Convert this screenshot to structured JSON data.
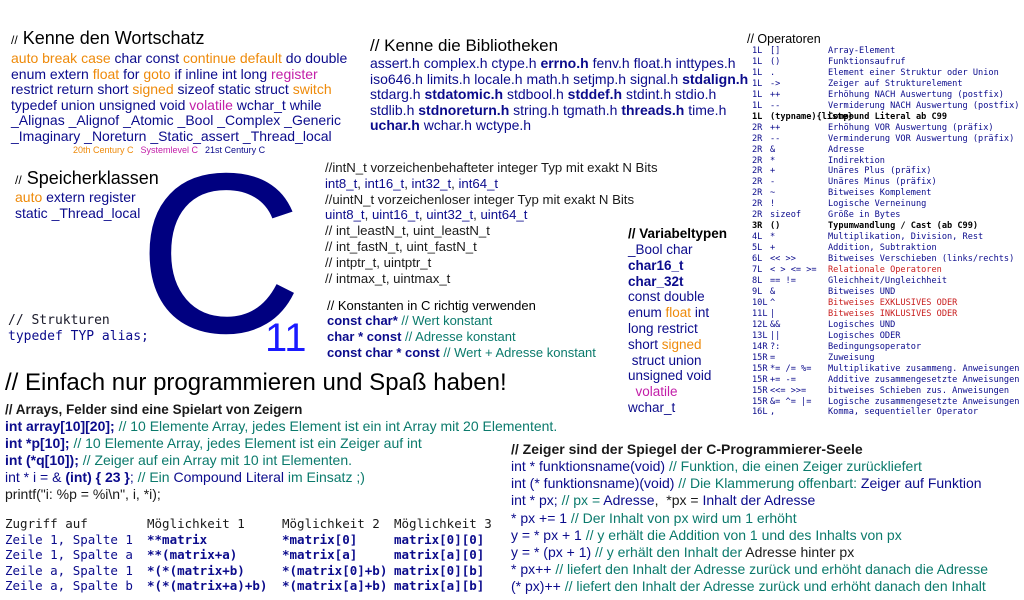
{
  "wortschatz": {
    "title_prefix": "//",
    "title": "Kenne den Wortschatz",
    "lines": [
      [
        {
          "t": "auto",
          "c": "o"
        },
        {
          "t": " "
        },
        {
          "t": "break",
          "c": "o"
        },
        {
          "t": " "
        },
        {
          "t": "case",
          "c": "o"
        },
        {
          "t": " "
        },
        {
          "t": "char",
          "c": "k"
        },
        {
          "t": " "
        },
        {
          "t": "const",
          "c": "k"
        },
        {
          "t": " "
        },
        {
          "t": "continue",
          "c": "o"
        },
        {
          "t": " "
        },
        {
          "t": "default",
          "c": "o"
        },
        {
          "t": " "
        },
        {
          "t": "do",
          "c": "k"
        },
        {
          "t": " "
        },
        {
          "t": "double",
          "c": "k"
        }
      ],
      [
        {
          "t": "enum",
          "c": "k"
        },
        {
          "t": " "
        },
        {
          "t": "extern",
          "c": "k"
        },
        {
          "t": " "
        },
        {
          "t": "float",
          "c": "o"
        },
        {
          "t": " "
        },
        {
          "t": "for",
          "c": "k"
        },
        {
          "t": " "
        },
        {
          "t": "goto",
          "c": "o"
        },
        {
          "t": " "
        },
        {
          "t": "if",
          "c": "k"
        },
        {
          "t": " "
        },
        {
          "t": "inline",
          "c": "k"
        },
        {
          "t": " "
        },
        {
          "t": "int",
          "c": "k"
        },
        {
          "t": " "
        },
        {
          "t": "long",
          "c": "k"
        },
        {
          "t": " "
        },
        {
          "t": "register",
          "c": "m"
        }
      ],
      [
        {
          "t": "restrict",
          "c": "k"
        },
        {
          "t": " "
        },
        {
          "t": "return",
          "c": "k"
        },
        {
          "t": " "
        },
        {
          "t": "short",
          "c": "k"
        },
        {
          "t": " "
        },
        {
          "t": "signed",
          "c": "o"
        },
        {
          "t": " "
        },
        {
          "t": "sizeof",
          "c": "k"
        },
        {
          "t": " "
        },
        {
          "t": "static",
          "c": "k"
        },
        {
          "t": " "
        },
        {
          "t": "struct",
          "c": "k"
        },
        {
          "t": " "
        },
        {
          "t": "switch",
          "c": "o"
        }
      ],
      [
        {
          "t": "typedef",
          "c": "k"
        },
        {
          "t": " "
        },
        {
          "t": "union",
          "c": "k"
        },
        {
          "t": " "
        },
        {
          "t": "unsigned",
          "c": "k"
        },
        {
          "t": " "
        },
        {
          "t": "void",
          "c": "k"
        },
        {
          "t": " "
        },
        {
          "t": "volatile",
          "c": "m"
        },
        {
          "t": " "
        },
        {
          "t": "wchar_t",
          "c": "k"
        },
        {
          "t": " "
        },
        {
          "t": "while",
          "c": "k"
        }
      ],
      [
        {
          "t": "_Alignas",
          "c": "k"
        },
        {
          "t": " "
        },
        {
          "t": "_Alignof",
          "c": "k"
        },
        {
          "t": " "
        },
        {
          "t": "_Atomic",
          "c": "k"
        },
        {
          "t": " "
        },
        {
          "t": "_Bool",
          "c": "k"
        },
        {
          "t": " "
        },
        {
          "t": "_Complex",
          "c": "k"
        },
        {
          "t": " "
        },
        {
          "t": "_Generic",
          "c": "k"
        }
      ],
      [
        {
          "t": "_Imaginary",
          "c": "k"
        },
        {
          "t": " "
        },
        {
          "t": "_Noreturn",
          "c": "k"
        },
        {
          "t": " "
        },
        {
          "t": "_Static_assert",
          "c": "k"
        },
        {
          "t": " "
        },
        {
          "t": "_Thread_local",
          "c": "k"
        }
      ]
    ],
    "legend": [
      {
        "t": "20th Century C",
        "c": "o"
      },
      {
        "t": "Systemlevel C",
        "c": "m"
      },
      {
        "t": "21st Century C",
        "c": "k"
      }
    ]
  },
  "speicher": {
    "title_prefix": "//",
    "title": "Speicherklassen",
    "line1": [
      {
        "t": "auto",
        "c": "o"
      },
      {
        "t": " "
      },
      {
        "t": "extern",
        "c": "k"
      },
      {
        "t": " "
      },
      {
        "t": "register",
        "c": "k"
      }
    ],
    "line2": [
      {
        "t": "static",
        "c": "k"
      },
      {
        "t": " "
      },
      {
        "t": "_Thread_local",
        "c": "k"
      }
    ]
  },
  "strukturen": {
    "comment": "// Strukturen",
    "code": "typedef TYP alias;"
  },
  "logo": {
    "letter": "C",
    "sub": "11"
  },
  "bibliotheken": {
    "title": "// Kenne die Bibliotheken",
    "lines": [
      [
        {
          "t": "assert.h"
        },
        {
          "t": " "
        },
        {
          "t": "complex.h"
        },
        {
          "t": " "
        },
        {
          "t": "ctype.h"
        },
        {
          "t": " "
        },
        {
          "t": "errno.h",
          "b": 1
        },
        {
          "t": " "
        },
        {
          "t": "fenv.h"
        },
        {
          "t": " "
        },
        {
          "t": "float.h"
        },
        {
          "t": " "
        },
        {
          "t": "inttypes.h"
        }
      ],
      [
        {
          "t": "iso646.h"
        },
        {
          "t": " "
        },
        {
          "t": "limits.h"
        },
        {
          "t": " "
        },
        {
          "t": "locale.h"
        },
        {
          "t": " "
        },
        {
          "t": "math.h"
        },
        {
          "t": " "
        },
        {
          "t": "setjmp.h"
        },
        {
          "t": " "
        },
        {
          "t": "signal.h"
        },
        {
          "t": " "
        },
        {
          "t": "stdalign.h",
          "b": 1
        }
      ],
      [
        {
          "t": "stdarg.h"
        },
        {
          "t": " "
        },
        {
          "t": "stdatomic.h",
          "b": 1
        },
        {
          "t": " "
        },
        {
          "t": "stdbool.h"
        },
        {
          "t": " "
        },
        {
          "t": "stddef.h",
          "b": 1
        },
        {
          "t": " "
        },
        {
          "t": "stdint.h"
        },
        {
          "t": " "
        },
        {
          "t": "stdio.h"
        }
      ],
      [
        {
          "t": "stdlib.h"
        },
        {
          "t": " "
        },
        {
          "t": "stdnoreturn.h",
          "b": 1
        },
        {
          "t": " "
        },
        {
          "t": "string.h"
        },
        {
          "t": " "
        },
        {
          "t": "tgmath.h"
        },
        {
          "t": " "
        },
        {
          "t": "threads.h",
          "b": 1
        },
        {
          "t": " "
        },
        {
          "t": "time.h"
        }
      ],
      [
        {
          "t": "uchar.h",
          "b": 1
        },
        {
          "t": " "
        },
        {
          "t": "wchar.h"
        },
        {
          "t": " "
        },
        {
          "t": "wctype.h"
        }
      ]
    ]
  },
  "inttypes": {
    "lines": [
      [
        {
          "t": "//intN_t vorzeichenbehafteter integer Typ mit exakt N Bits",
          "c": "d"
        }
      ],
      [
        {
          "t": "int8_t",
          "c": "k"
        },
        {
          "t": ", ",
          "c": "d"
        },
        {
          "t": "int16_t",
          "c": "k"
        },
        {
          "t": ", ",
          "c": "d"
        },
        {
          "t": "int32_t",
          "c": "k"
        },
        {
          "t": ", ",
          "c": "d"
        },
        {
          "t": "int64_t",
          "c": "k"
        }
      ],
      [
        {
          "t": "//uintN_t vorzeichenloser integer Typ mit exakt N Bits",
          "c": "d"
        }
      ],
      [
        {
          "t": "uint8_t",
          "c": "k"
        },
        {
          "t": ", ",
          "c": "d"
        },
        {
          "t": "uint16_t",
          "c": "k"
        },
        {
          "t": ", ",
          "c": "d"
        },
        {
          "t": "uint32_t",
          "c": "k"
        },
        {
          "t": ", ",
          "c": "d"
        },
        {
          "t": "uint64_t",
          "c": "k"
        }
      ],
      [
        {
          "t": "// int_leastN_t, uint_leastN_t",
          "c": "d"
        }
      ],
      [
        {
          "t": "// int_fastN_t, uint_fastN_t",
          "c": "d"
        }
      ],
      [
        {
          "t": "// intptr_t, uintptr_t",
          "c": "d"
        }
      ],
      [
        {
          "t": "// intmax_t, uintmax_t",
          "c": "d"
        }
      ]
    ]
  },
  "konstanten": {
    "title": "// Konstanten in C richtig verwenden",
    "lines": [
      [
        {
          "t": "const char*",
          "c": "kb"
        },
        {
          "t": " // Wert konstant",
          "c": "g"
        }
      ],
      [
        {
          "t": "char * const",
          "c": "kb"
        },
        {
          "t": " // Adresse konstant",
          "c": "g"
        }
      ],
      [
        {
          "t": "const char * const",
          "c": "kb"
        },
        {
          "t": " // Wert + Adresse konstant",
          "c": "g"
        }
      ]
    ]
  },
  "variabeltypen": {
    "title": "// Variabeltypen",
    "lines": [
      [
        {
          "t": "_Bool",
          "c": "k"
        },
        {
          "t": " char",
          "c": "k"
        }
      ],
      [
        {
          "t": "char16_t",
          "c": "kb"
        }
      ],
      [
        {
          "t": "char_32t",
          "c": "kb"
        }
      ],
      [
        {
          "t": "const",
          "c": "k"
        },
        {
          "t": " double",
          "c": "k"
        }
      ],
      [
        {
          "t": "enum",
          "c": "k"
        },
        {
          "t": " float",
          "c": "o"
        },
        {
          "t": " int",
          "c": "k"
        }
      ],
      [
        {
          "t": "long",
          "c": "k"
        },
        {
          "t": " restrict",
          "c": "k"
        }
      ],
      [
        {
          "t": "short",
          "c": "k"
        },
        {
          "t": " signed",
          "c": "o"
        }
      ],
      [
        {
          "t": " struct",
          "c": "k"
        },
        {
          "t": " union",
          "c": "k"
        }
      ],
      [
        {
          "t": "unsigned",
          "c": "k"
        },
        {
          "t": " void",
          "c": "k"
        }
      ],
      [
        {
          "t": "  volatile",
          "c": "m"
        }
      ],
      [
        {
          "t": "wchar_t",
          "c": "k"
        }
      ]
    ]
  },
  "operatoren": {
    "title": "// Operatoren",
    "rows": [
      {
        "n": "1L",
        "s": "[]",
        "d": "Array-Element"
      },
      {
        "n": "1L",
        "s": "()",
        "d": "Funktionsaufruf"
      },
      {
        "n": "1L",
        "s": ".",
        "d": "Element einer Struktur oder Union"
      },
      {
        "n": "1L",
        "s": "->",
        "d": "Zeiger auf Strukturelement"
      },
      {
        "n": "1L",
        "s": "++",
        "d": "Erhöhung NACH Auswertung (postfix)"
      },
      {
        "n": "1L",
        "s": "--",
        "d": "Vermiderung NACH Auswertung (postfix)"
      },
      {
        "n": "1L",
        "s": "(typname){liste}",
        "d": "Compound Literal ab C99",
        "hl": 1
      },
      {
        "n": "2R",
        "s": "++",
        "d": "Erhöhung VOR Auswertung (präfix)"
      },
      {
        "n": "2R",
        "s": "--",
        "d": "Verminderung VOR Auswertung (präfix)"
      },
      {
        "n": "2R",
        "s": "&",
        "d": "Adresse"
      },
      {
        "n": "2R",
        "s": "*",
        "d": "Indirektion"
      },
      {
        "n": "2R",
        "s": "+",
        "d": "Unäres Plus (präfix)"
      },
      {
        "n": "2R",
        "s": "-",
        "d": "Unäres Minus (präfix)"
      },
      {
        "n": "2R",
        "s": "~",
        "d": "Bitweises Komplement"
      },
      {
        "n": "2R",
        "s": "!",
        "d": "Logische Verneinung"
      },
      {
        "n": "2R",
        "s": "sizeof",
        "d": "Größe in Bytes"
      },
      {
        "n": "3R",
        "s": "()",
        "d": "Typumwandlung / Cast (ab C99)",
        "hl": 1
      },
      {
        "n": "4L",
        "s": "*",
        "d": "Multiplikation, Division, Rest"
      },
      {
        "n": "5L",
        "s": "+",
        "d": "Addition, Subtraktion"
      },
      {
        "n": "6L",
        "s": "<< >>",
        "d": "Bitweises Verschieben (links/rechts)"
      },
      {
        "n": "7L",
        "s": "< > <= >=",
        "d": "Relationale Operatoren",
        "red": 1
      },
      {
        "n": "8L",
        "s": "== !=",
        "d": "Gleichheit/Ungleichheit"
      },
      {
        "n": "9L",
        "s": "&",
        "d": "Bitweises UND"
      },
      {
        "n": "10L",
        "s": "^",
        "d": "Bitweises EXKLUSIVES ODER",
        "red": 1
      },
      {
        "n": "11L",
        "s": "|",
        "d": "Bitweises INKLUSIVES ODER",
        "red": 1
      },
      {
        "n": "12L",
        "s": "&&",
        "d": "Logisches UND"
      },
      {
        "n": "13L",
        "s": "||",
        "d": "Logisches ODER"
      },
      {
        "n": "14R",
        "s": "?:",
        "d": "Bedingungsoperator"
      },
      {
        "n": "15R",
        "s": "=",
        "d": "Zuweisung"
      },
      {
        "n": "15R",
        "s": "*= /= %=",
        "d": "Multiplikative zusammeng. Anweisungen"
      },
      {
        "n": "15R",
        "s": "+= -=",
        "d": "Additive zusammengesetzte Anweisungen"
      },
      {
        "n": "15R",
        "s": "<<= >>=",
        "d": "bitweises Schieben zus. Anweisungen"
      },
      {
        "n": "15R",
        "s": "&= ^= |=",
        "d": "Logische zusammengesetzte Anweisungen"
      },
      {
        "n": "16L",
        "s": ",",
        "d": "Komma, sequentieller Operator"
      }
    ]
  },
  "einfach": {
    "title": "// Einfach nur programmieren und Spaß haben!"
  },
  "arrays": {
    "title": "// Arrays, Felder sind eine Spielart von Zeigern",
    "lines": [
      [
        {
          "t": "int array[10][20];",
          "c": "kb"
        },
        {
          "t": " // 10 Elemente Array, jedes Element ist ein int Array mit 20 Elementent.",
          "c": "g"
        }
      ],
      [
        {
          "t": "int *p[10];",
          "c": "kb"
        },
        {
          "t": " // 10 Elemente Array, jedes Element ist ein Zeiger auf int",
          "c": "g"
        }
      ],
      [
        {
          "t": "int (*q[10]);",
          "c": "kb"
        },
        {
          "t": " // Zeiger auf ein Array mit 10 int Elementen.",
          "c": "g"
        }
      ],
      [
        {
          "t": "int * i = & ",
          "c": "k"
        },
        {
          "t": "(int) { 23 }",
          "c": "kb"
        },
        {
          "t": "; ",
          "c": "k"
        },
        {
          "t": "// Ein ",
          "c": "g"
        },
        {
          "t": "Compound Literal",
          "c": "k"
        },
        {
          "t": " im Einsatz ;)",
          "c": "g"
        }
      ],
      [
        {
          "t": "printf(\"i: %p = %i\\n\", i, *i);",
          "c": "d"
        }
      ]
    ]
  },
  "zugriff": {
    "headers": [
      "Zugriff auf",
      "Möglichkeit 1",
      "Möglichkeit 2",
      "Möglichkeit 3"
    ],
    "rows": [
      [
        "Zeile 1, Spalte 1",
        "**matrix",
        "*matrix[0]",
        "matrix[0][0]"
      ],
      [
        "Zeile 1, Spalte a",
        "**(matrix+a)",
        "*matrix[a]",
        "matrix[a][0]"
      ],
      [
        "Zeile a, Spalte 1",
        "*(*(matrix+b)",
        "*(matrix[0]+b)",
        "matrix[0][b]"
      ],
      [
        "Zeile a, Spalte b",
        "*(*(matrix+a)+b)",
        "*(matrix[a]+b)",
        "matrix[a][b]"
      ]
    ]
  },
  "zeiger": {
    "title": "// Zeiger sind der Spiegel der C-Programmierer-Seele",
    "lines": [
      [
        {
          "t": "int * funktionsname(void)",
          "c": "k"
        },
        {
          "t": " // Funktion, die einen Zeiger zurückliefert",
          "c": "g"
        }
      ],
      [
        {
          "t": "int (* funktionsname)(void)",
          "c": "k"
        },
        {
          "t": " // Die Klammerung offenbart: ",
          "c": "g"
        },
        {
          "t": "Zeiger auf Funktion",
          "c": "k"
        }
      ],
      [
        {
          "t": "int * px;",
          "c": "k"
        },
        {
          "t": " // px = ",
          "c": "g"
        },
        {
          "t": "Adresse",
          "c": "k"
        },
        {
          "t": ",  *px = ",
          "c": "d"
        },
        {
          "t": "Inhalt der Adresse",
          "c": "k"
        }
      ],
      [
        {
          "t": "* px += 1",
          "c": "k"
        },
        {
          "t": " // Der Inhalt von px wird um 1 erhöht",
          "c": "g"
        }
      ],
      [
        {
          "t": "y = * px + 1",
          "c": "k"
        },
        {
          "t": " // y erhält die Addition von 1 und des Inhalts von px",
          "c": "g"
        }
      ],
      [
        {
          "t": "y = * (px + 1)",
          "c": "k"
        },
        {
          "t": " // y erhält den Inhalt der ",
          "c": "g"
        },
        {
          "t": "Adresse hinter px",
          "c": "d"
        }
      ],
      [
        {
          "t": "* px++",
          "c": "k"
        },
        {
          "t": " // liefert den Inhalt der Adresse zurück und erhöht danach die Adresse",
          "c": "g"
        }
      ],
      [
        {
          "t": "(* px)++",
          "c": "k"
        },
        {
          "t": " // liefert den Inhalt der Adresse zurück und erhöht danach den Inhalt",
          "c": "g"
        }
      ]
    ]
  }
}
